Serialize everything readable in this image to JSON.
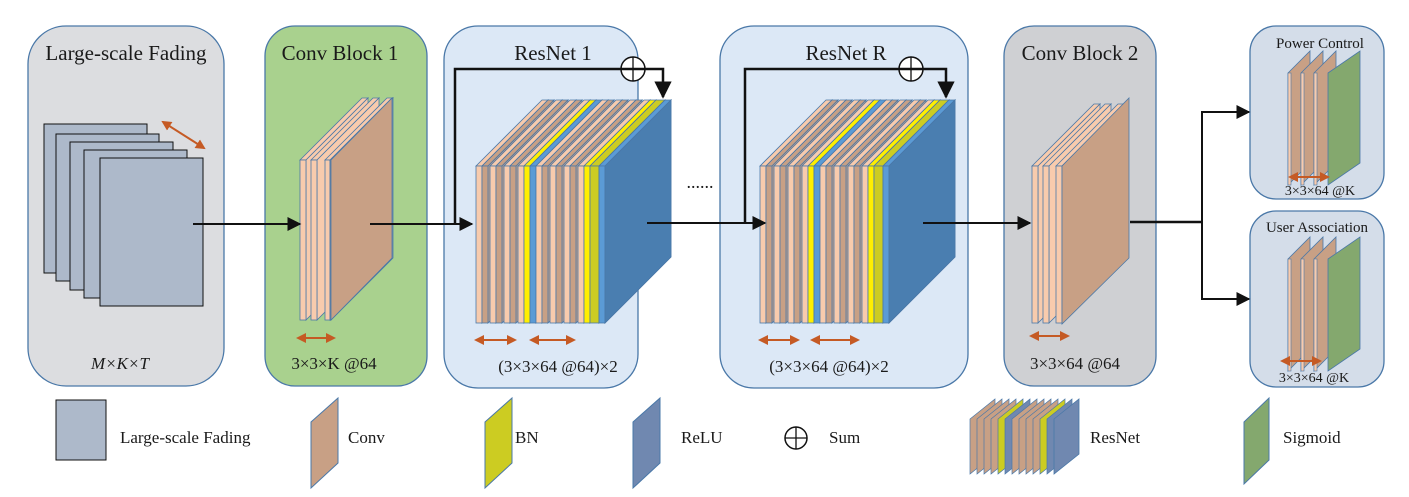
{
  "diagram": {
    "blocks": {
      "fading": {
        "title": "Large-scale Fading",
        "dims": "M×K×T"
      },
      "conv1": {
        "title": "Conv Block 1",
        "dims": "3×3×K @64"
      },
      "resnet1": {
        "title": "ResNet 1",
        "dims": "(3×3×64 @64)×2"
      },
      "ellipsis": "......",
      "resnetR": {
        "title": "ResNet R",
        "dims": "(3×3×64 @64)×2"
      },
      "conv2": {
        "title": "Conv Block 2",
        "dims": "3×3×64 @64"
      },
      "power": {
        "title": "Power Control",
        "dims": "3×3×64 @K"
      },
      "user": {
        "title": "User Association",
        "dims": "3×3×64 @K"
      }
    },
    "legend": {
      "fading": "Large-scale Fading",
      "conv": "Conv",
      "bn": "BN",
      "relu": "ReLU",
      "sum": "Sum",
      "resnet": "ResNet",
      "sigmoid": "Sigmoid"
    },
    "colors": {
      "fading_bg": "#dcdde0",
      "conv1_bg": "#a9d18e",
      "resnet_bg": "#dce8f6",
      "conv2_bg": "#cfd0d3",
      "head_bg": "#d4dde9",
      "border": "#4a78a8",
      "fading_layer": "#adb9ca",
      "conv_light": "#f8cbad",
      "conv_dark": "#c8a085",
      "bn_yellow": "#ffef00",
      "bn_olive": "#cccc22",
      "relu": "#4a7eb0",
      "relu_legend": "#7088b0",
      "sigmoid": "#84a86e",
      "arrow_orange": "#c55a24"
    }
  }
}
